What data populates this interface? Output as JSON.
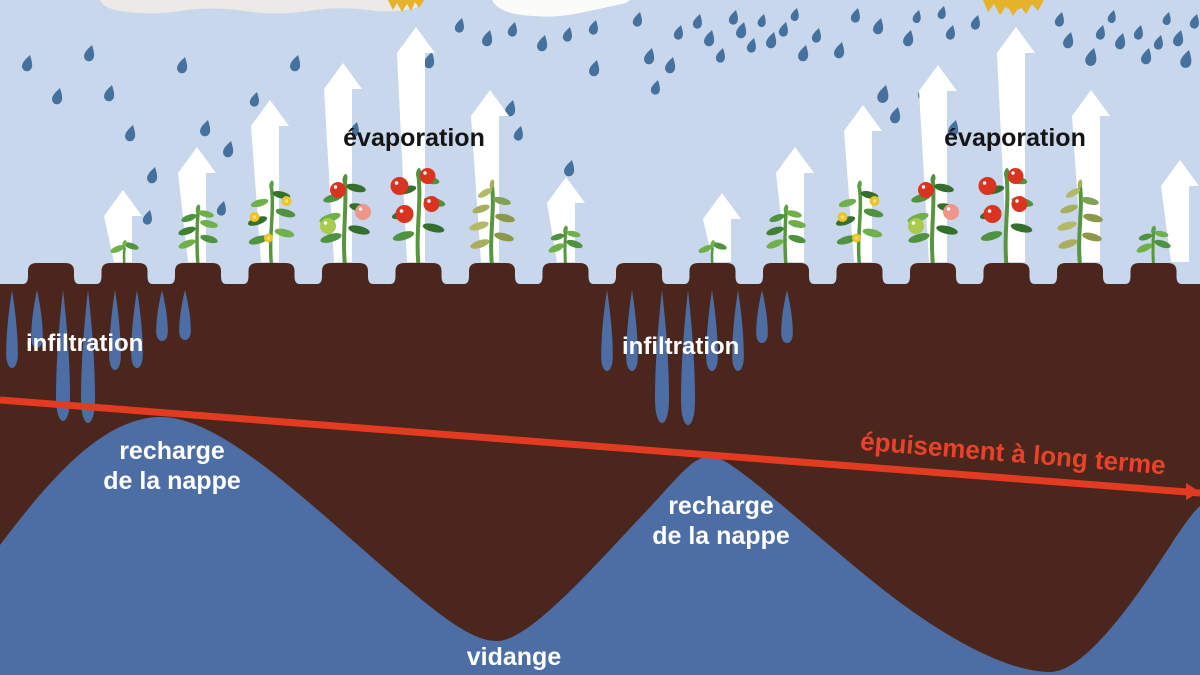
{
  "labels": {
    "evaporation": "évaporation",
    "infiltration": "infiltration",
    "recharge_line1": "recharge",
    "recharge_line2": "de la nappe",
    "depletion": "épuisement à long terme",
    "drainage": "vidange"
  },
  "colors": {
    "sky": "#c8d7ec",
    "cloud_gray": "#eceae7",
    "cloud_white": "#fbfbfa",
    "sun": "#e5b32b",
    "rain": "#44719e",
    "arrow": "#ffffff",
    "soil": "#4b261d",
    "groundwater": "#4d6da5",
    "depletion_line": "#e23b22",
    "depletion_text": "#e8432a",
    "label_dark": "#141414",
    "label_light": "#ffffff"
  },
  "icons": [
    "cloud-icon",
    "sun-icon",
    "raindrop-icon",
    "evaporation-arrow-icon",
    "plant-seedling-icon",
    "plant-sprout-icon",
    "plant-flowering-icon",
    "plant-tomato-icon",
    "plant-dry-icon",
    "infiltration-drop-icon",
    "groundwater-mound-icon",
    "depletion-trend-line-icon"
  ]
}
